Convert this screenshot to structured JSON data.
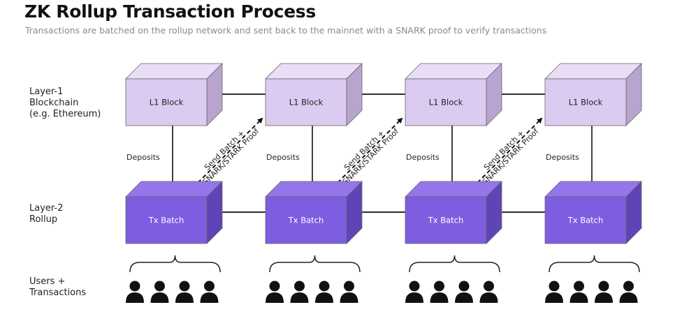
{
  "title": "ZK Rollup Transaction Process",
  "subtitle": "Transactions are batched on the rollup network and sent back to the mainnet with a SNARK proof to verify transactions",
  "row_labels": {
    "layer1": [
      "Layer-1",
      "Blockchain",
      "(e.g. Ethereum)"
    ],
    "layer2": [
      "Layer-2",
      "Rollup"
    ],
    "users": [
      "Users +",
      "Transactions"
    ]
  },
  "columns": [
    {
      "l1_label": "L1 Block",
      "l2_label": "Tx Batch",
      "deposit_label": "Deposits",
      "send_label": [
        "Send Batch +",
        "SNARK/STARK Proof"
      ],
      "users": 4
    },
    {
      "l1_label": "L1 Block",
      "l2_label": "Tx Batch",
      "deposit_label": "Deposits",
      "send_label": [
        "Send Batch +",
        "SNARK/STARK Proof"
      ],
      "users": 4
    },
    {
      "l1_label": "L1 Block",
      "l2_label": "Tx Batch",
      "deposit_label": "Deposits",
      "send_label": [
        "Send Batch +",
        "SNARK/STARK Proof"
      ],
      "users": 4
    },
    {
      "l1_label": "L1 Block",
      "l2_label": "Tx Batch",
      "deposit_label": "Deposits",
      "send_label": null,
      "users": 4
    }
  ],
  "colors": {
    "l1_front": "#dccbf0",
    "l1_top": "#e9ddf7",
    "l1_side": "#b9a4cf",
    "l2_front": "#7e5de0",
    "l2_top": "#9476ea",
    "l2_side": "#5e44b6",
    "line": "#111111"
  }
}
